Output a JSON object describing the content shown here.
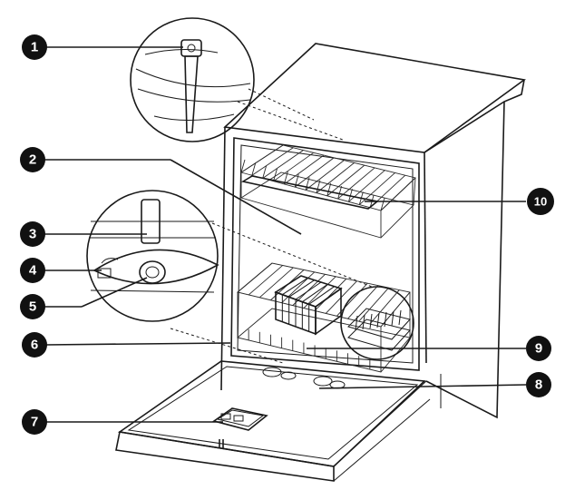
{
  "callouts": [
    {
      "id": 1,
      "label": "1"
    },
    {
      "id": 2,
      "label": "2"
    },
    {
      "id": 3,
      "label": "3"
    },
    {
      "id": 4,
      "label": "4"
    },
    {
      "id": 5,
      "label": "5"
    },
    {
      "id": 6,
      "label": "6"
    },
    {
      "id": 7,
      "label": "7"
    },
    {
      "id": 8,
      "label": "8"
    },
    {
      "id": 9,
      "label": "9"
    },
    {
      "id": 10,
      "label": "10"
    }
  ],
  "colors": {
    "line": "#1a1a1a",
    "badge": "#111111",
    "background": "#ffffff"
  }
}
